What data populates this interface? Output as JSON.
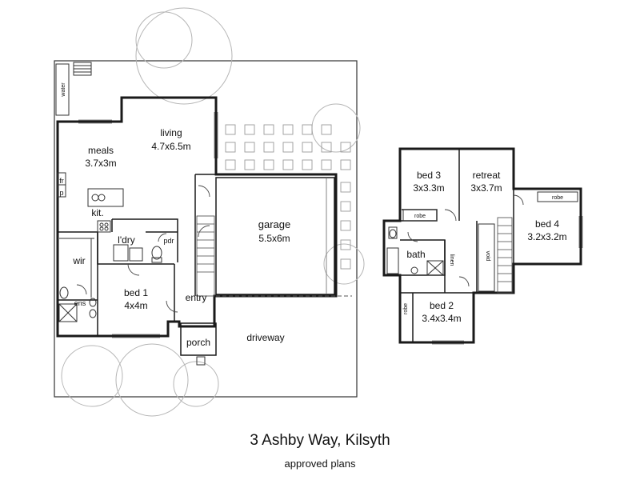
{
  "title": "3 Ashby Way, Kilsyth",
  "subtitle": "approved plans",
  "ground_floor": {
    "water": "water",
    "living": "living",
    "living_size": "4.7x6.5m",
    "meals": "meals",
    "meals_size": "3.7x3m",
    "fridge": "fr",
    "pantry": "p",
    "kitchen": "kit.",
    "laundry": "l'dry",
    "powder": "pdr",
    "garage": "garage",
    "garage_size": "5.5x6m",
    "wir": "wir",
    "ensuite": "ens",
    "bed1": "bed 1",
    "bed1_size": "4x4m",
    "entry": "entry",
    "porch": "porch",
    "driveway": "driveway"
  },
  "upper_floor": {
    "bed3": "bed 3",
    "bed3_size": "3x3.3m",
    "retreat": "retreat",
    "retreat_size": "3x3.7m",
    "bed4": "bed 4",
    "bed4_size": "3.2x3.2m",
    "robe": "robe",
    "bath": "bath",
    "linen": "linen",
    "void": "void",
    "bed2": "bed 2",
    "bed2_size": "3.4x3.4m"
  }
}
